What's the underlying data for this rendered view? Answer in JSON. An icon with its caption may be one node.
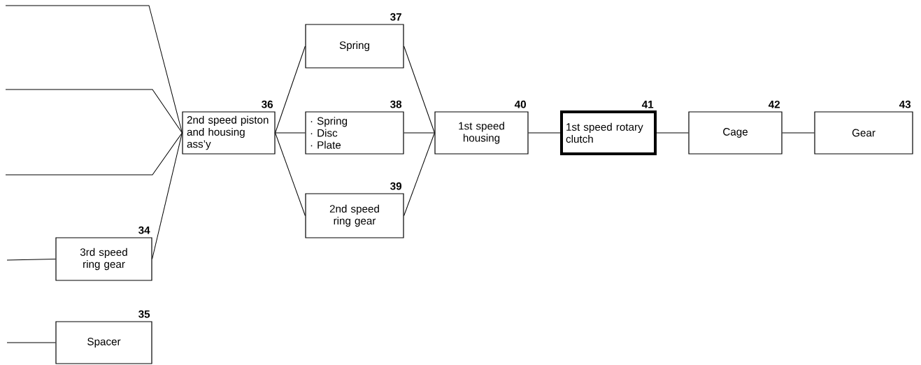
{
  "diagram": {
    "nodes": [
      {
        "text": [
          "3rd speed ring gear"
        ],
        "beside": [
          "34"
        ]
      },
      {
        "text": [
          "Spacer"
        ],
        "beside": [
          "35"
        ]
      },
      {
        "text": [
          "2nd speed piston and housing ass’y"
        ],
        "beside": [
          "36"
        ]
      },
      {
        "text": [
          "Spring"
        ],
        "beside": [
          "37"
        ]
      },
      {
        "text": [
          "· Spring",
          "· Disc",
          "· Plate"
        ],
        "beside": [
          "38"
        ]
      },
      {
        "text": [
          "2nd speed ring gear"
        ],
        "beside": [
          "39"
        ]
      },
      {
        "text": [
          "1st speed housing"
        ],
        "beside": [
          "40"
        ]
      },
      {
        "text": [
          "1st speed rotary clutch"
        ],
        "beside": [
          "41"
        ]
      },
      {
        "text": [
          "Cage"
        ],
        "beside": [
          "42"
        ]
      },
      {
        "text": [
          "Gear"
        ],
        "beside": [
          "43"
        ]
      }
    ],
    "edges": [
      {
        "from": null,
        "to": 2,
        "arrow": "none"
      },
      {
        "from": null,
        "to": 2,
        "arrow": "none"
      },
      {
        "from": null,
        "to": 2,
        "arrow": "none"
      },
      {
        "from": 0,
        "to": 2,
        "arrow": "none"
      },
      {
        "from": null,
        "to": 0,
        "arrow": "none"
      },
      {
        "from": null,
        "to": 1,
        "arrow": "none"
      },
      {
        "from": 2,
        "to": 3,
        "arrow": "none"
      },
      {
        "from": 2,
        "to": 4,
        "arrow": "none"
      },
      {
        "from": 2,
        "to": 5,
        "arrow": "none"
      },
      {
        "from": 3,
        "to": 6,
        "arrow": "none"
      },
      {
        "from": 4,
        "to": 6,
        "arrow": "none"
      },
      {
        "from": 5,
        "to": 6,
        "arrow": "none"
      },
      {
        "from": 6,
        "to": 7,
        "arrow": "none"
      },
      {
        "from": 7,
        "to": 8,
        "arrow": "none"
      },
      {
        "from": 8,
        "to": 9,
        "arrow": "none"
      }
    ]
  }
}
